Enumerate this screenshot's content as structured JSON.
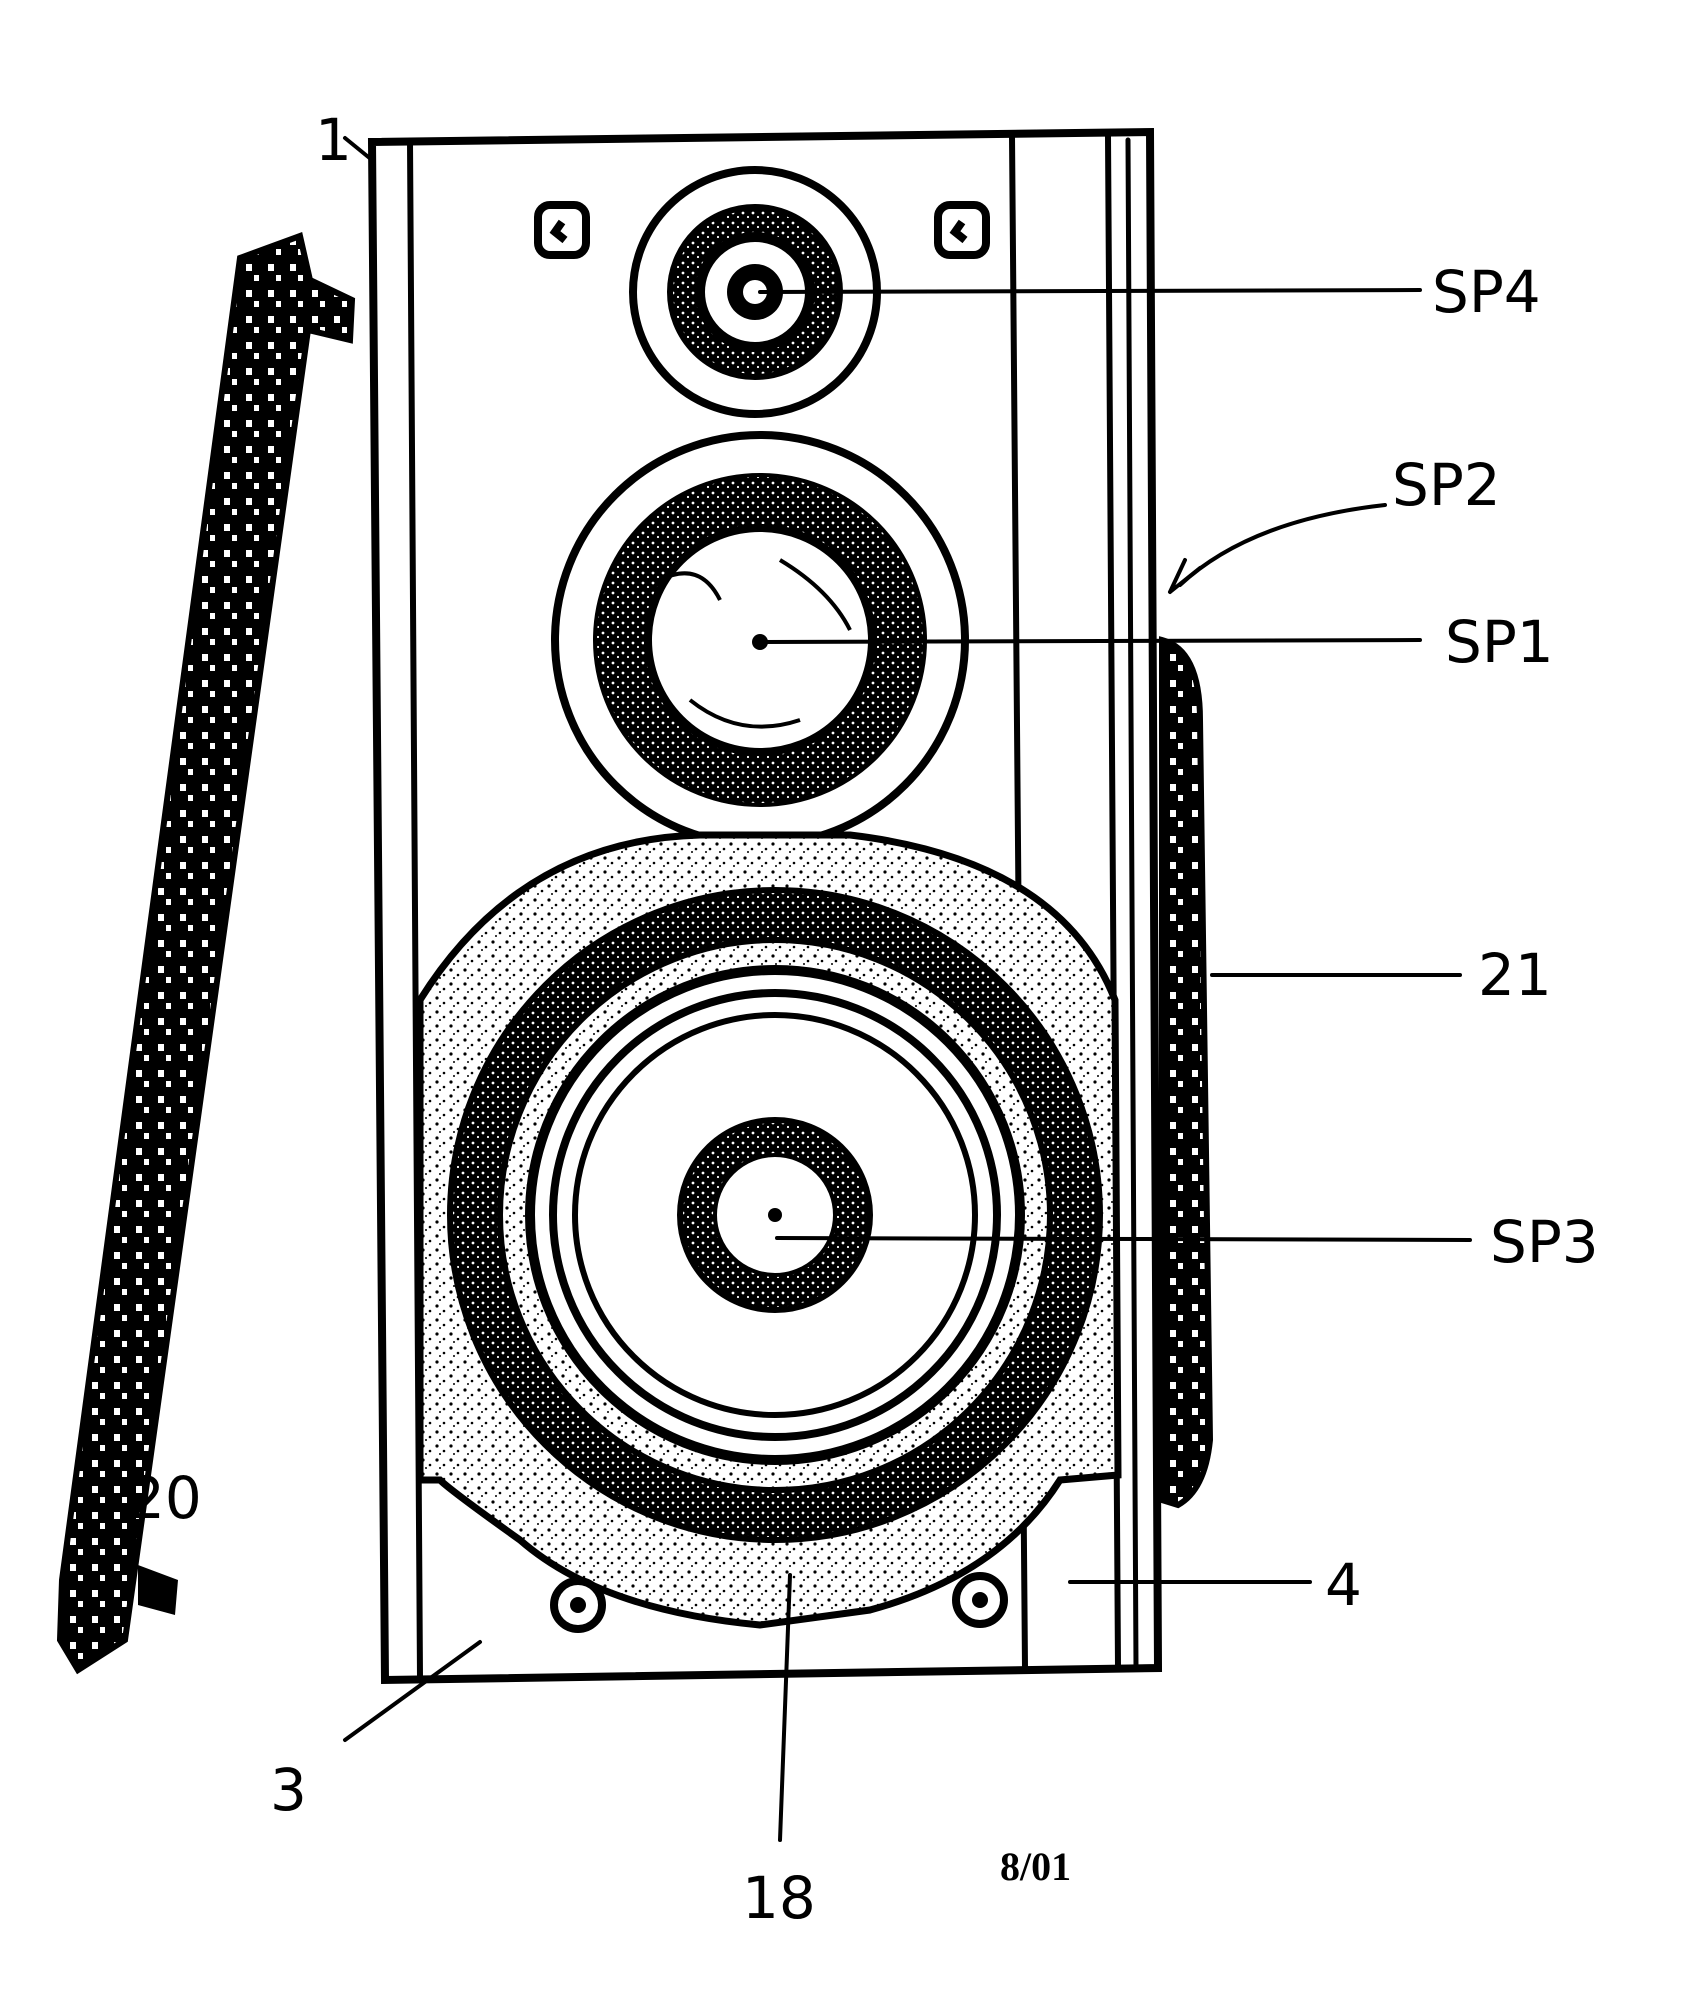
{
  "labels": {
    "cabinet": "1",
    "tweeter": "SP4",
    "mid_outer": "SP2",
    "mid_cone": "SP1",
    "side_panel": "21",
    "woofer": "SP3",
    "side_grille": "20",
    "right_strip": "4",
    "left_strip": "3",
    "port": "18"
  },
  "page_number": "8/01"
}
